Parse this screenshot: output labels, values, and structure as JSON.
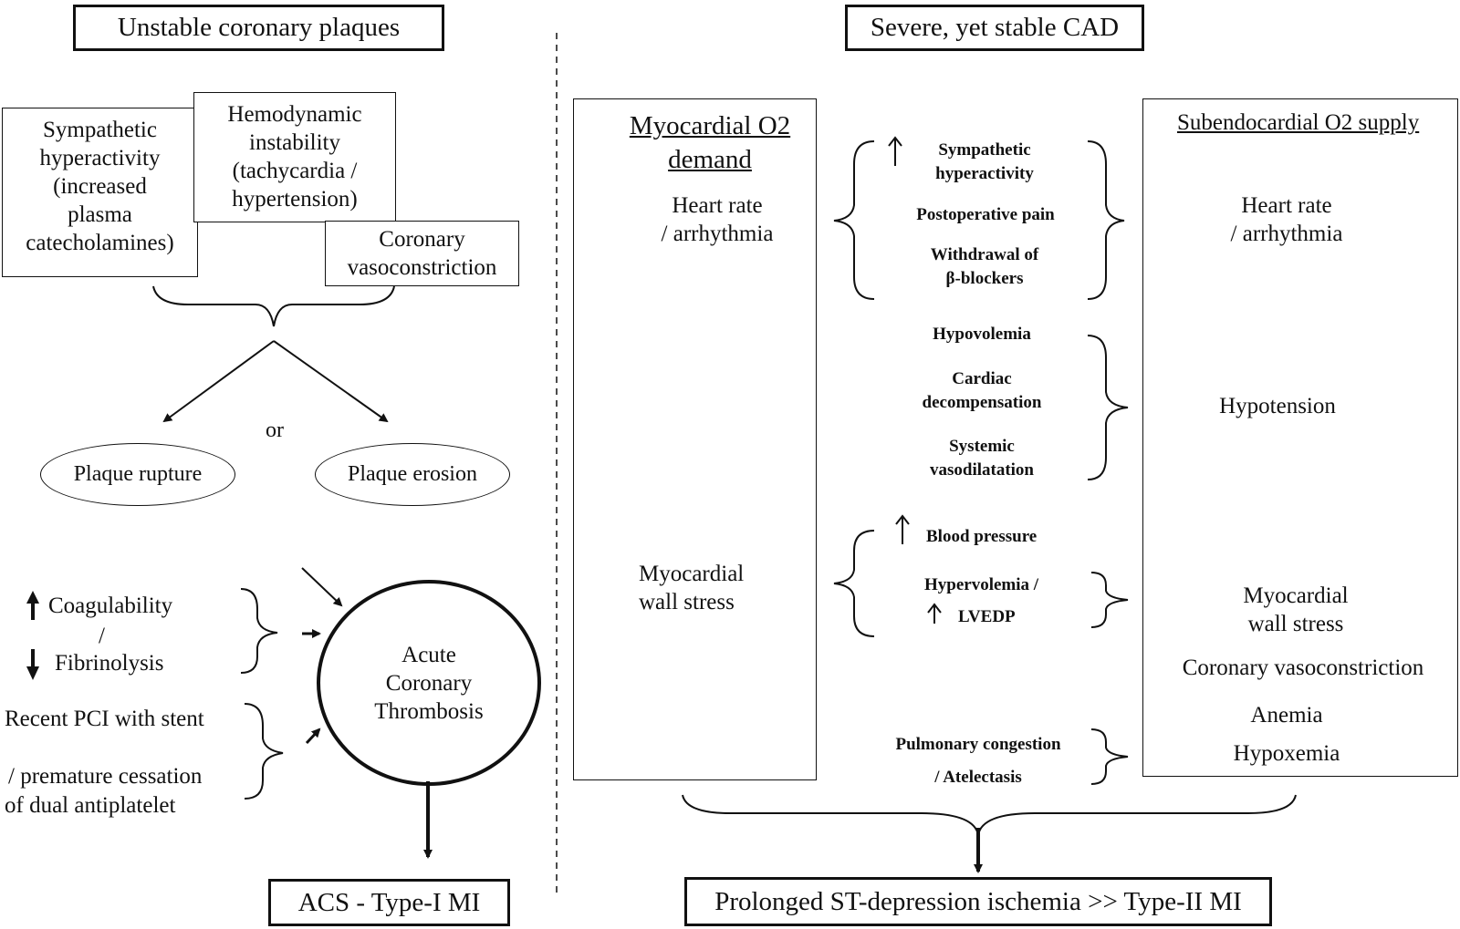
{
  "left": {
    "title": "Unstable coronary plaques",
    "sympathetic": [
      "Sympathetic",
      "hyperactivity",
      "(increased",
      "plasma",
      "catecholamines)"
    ],
    "hemodynamic": [
      "Hemodynamic",
      "instability",
      "(tachycardia /",
      "hypertension)"
    ],
    "vasoconstriction": [
      "Coronary",
      "vasoconstriction"
    ],
    "or_label": "or",
    "rupture": "Plaque rupture",
    "erosion": "Plaque erosion",
    "coagulability": "Coagulability",
    "slash": "/",
    "fibrinolysis": "Fibrinolysis",
    "pci": [
      "Recent PCI with stent",
      "/ premature cessation",
      "of dual antiplatelet"
    ],
    "thrombosis": [
      "Acute",
      "Coronary",
      "Thrombosis"
    ],
    "result": "ACS - Type-I MI"
  },
  "right": {
    "title": "Severe, yet stable CAD",
    "demand": {
      "title": [
        "Myocardial O2",
        "demand"
      ],
      "heart_rate": [
        "Heart rate",
        "/ arrhythmia"
      ],
      "wall_stress": [
        "Myocardial",
        "wall stress"
      ]
    },
    "middle": {
      "sympathetic": [
        "Sympathetic",
        "hyperactivity"
      ],
      "pain": "Postoperative pain",
      "withdrawal": [
        "Withdrawal of",
        "β-blockers"
      ],
      "hypovolemia": "Hypovolemia",
      "cardiac": [
        "Cardiac",
        "decompensation"
      ],
      "systemic": [
        "Systemic",
        "vasodilatation"
      ],
      "bp": "Blood pressure",
      "hypervolemia": "Hypervolemia /",
      "lvedp": "LVEDP",
      "pulmonary": [
        "Pulmonary congestion",
        "/ Atelectasis"
      ]
    },
    "supply": {
      "title": "Subendocardial O2 supply",
      "heart_rate": [
        "Heart rate",
        "/ arrhythmia"
      ],
      "hypotension": "Hypotension",
      "wall_stress": [
        "Myocardial",
        "wall stress"
      ],
      "vasoconstriction": "Coronary vasoconstriction",
      "anemia": "Anemia",
      "hypoxemia": "Hypoxemia"
    },
    "result": "Prolonged ST-depression ischemia >> Type-II MI"
  }
}
